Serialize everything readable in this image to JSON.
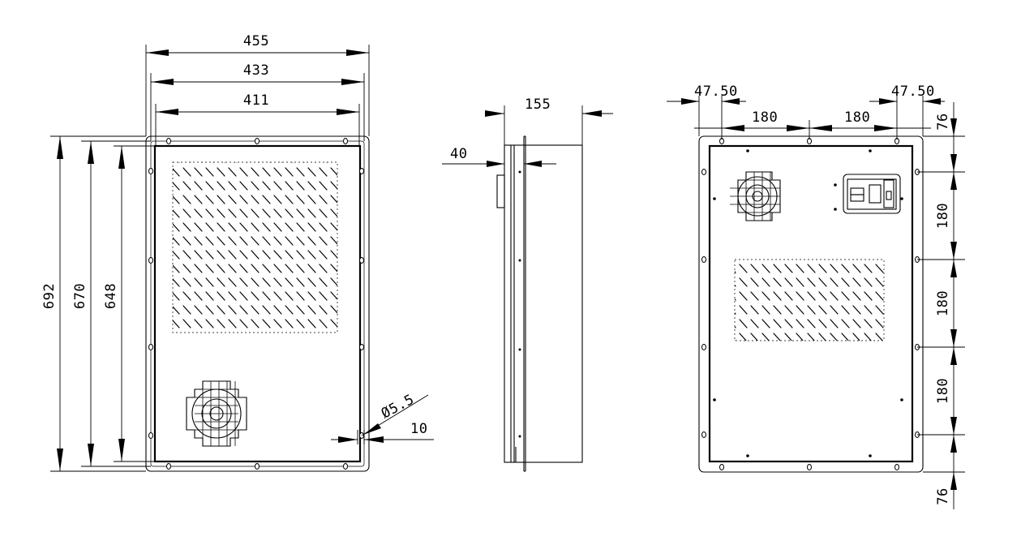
{
  "front_view": {
    "width_outer": "455",
    "width_mid": "433",
    "width_inner": "411",
    "height_outer": "692",
    "height_mid": "670",
    "height_inner": "648",
    "hole_diameter": "Ø5.5",
    "hole_offset": "10"
  },
  "side_view": {
    "depth": "155",
    "flange_depth": "40"
  },
  "rear_view": {
    "edge_left": "47.50",
    "edge_right": "47.50",
    "pitch_left": "180",
    "pitch_right": "180",
    "v_top": "76",
    "v_1": "180",
    "v_2": "180",
    "v_3": "180",
    "v_bottom": "76"
  }
}
